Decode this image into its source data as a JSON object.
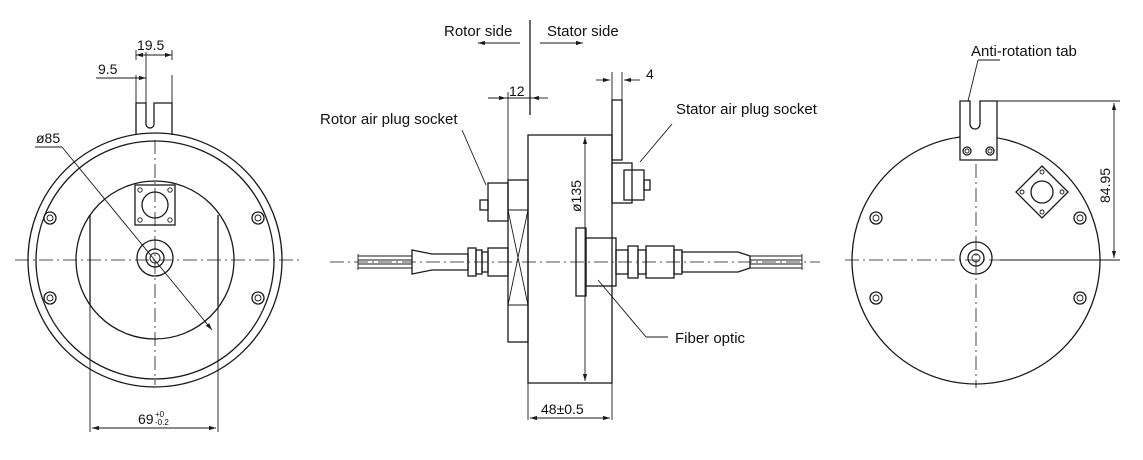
{
  "labels": {
    "rotor_side": "Rotor side",
    "stator_side": "Stator side",
    "rotor_air_plug_socket": "Rotor air plug socket",
    "stator_air_plug_socket": "Stator air plug socket",
    "anti_rotation_tab": "Anti-rotation tab",
    "fiber_optic": "Fiber optic"
  },
  "dimensions": {
    "tab_width": "19.5",
    "tab_offset": "9.5",
    "outer_diameter": "ø85",
    "bore_width": "69",
    "bore_tolerance_upper": "+0",
    "bore_tolerance_lower": "-0.2",
    "rotor_flange": "12",
    "stator_tab_thickness": "4",
    "body_diameter": "ø135",
    "body_length": "48±0.5",
    "tab_height": "84.95"
  }
}
